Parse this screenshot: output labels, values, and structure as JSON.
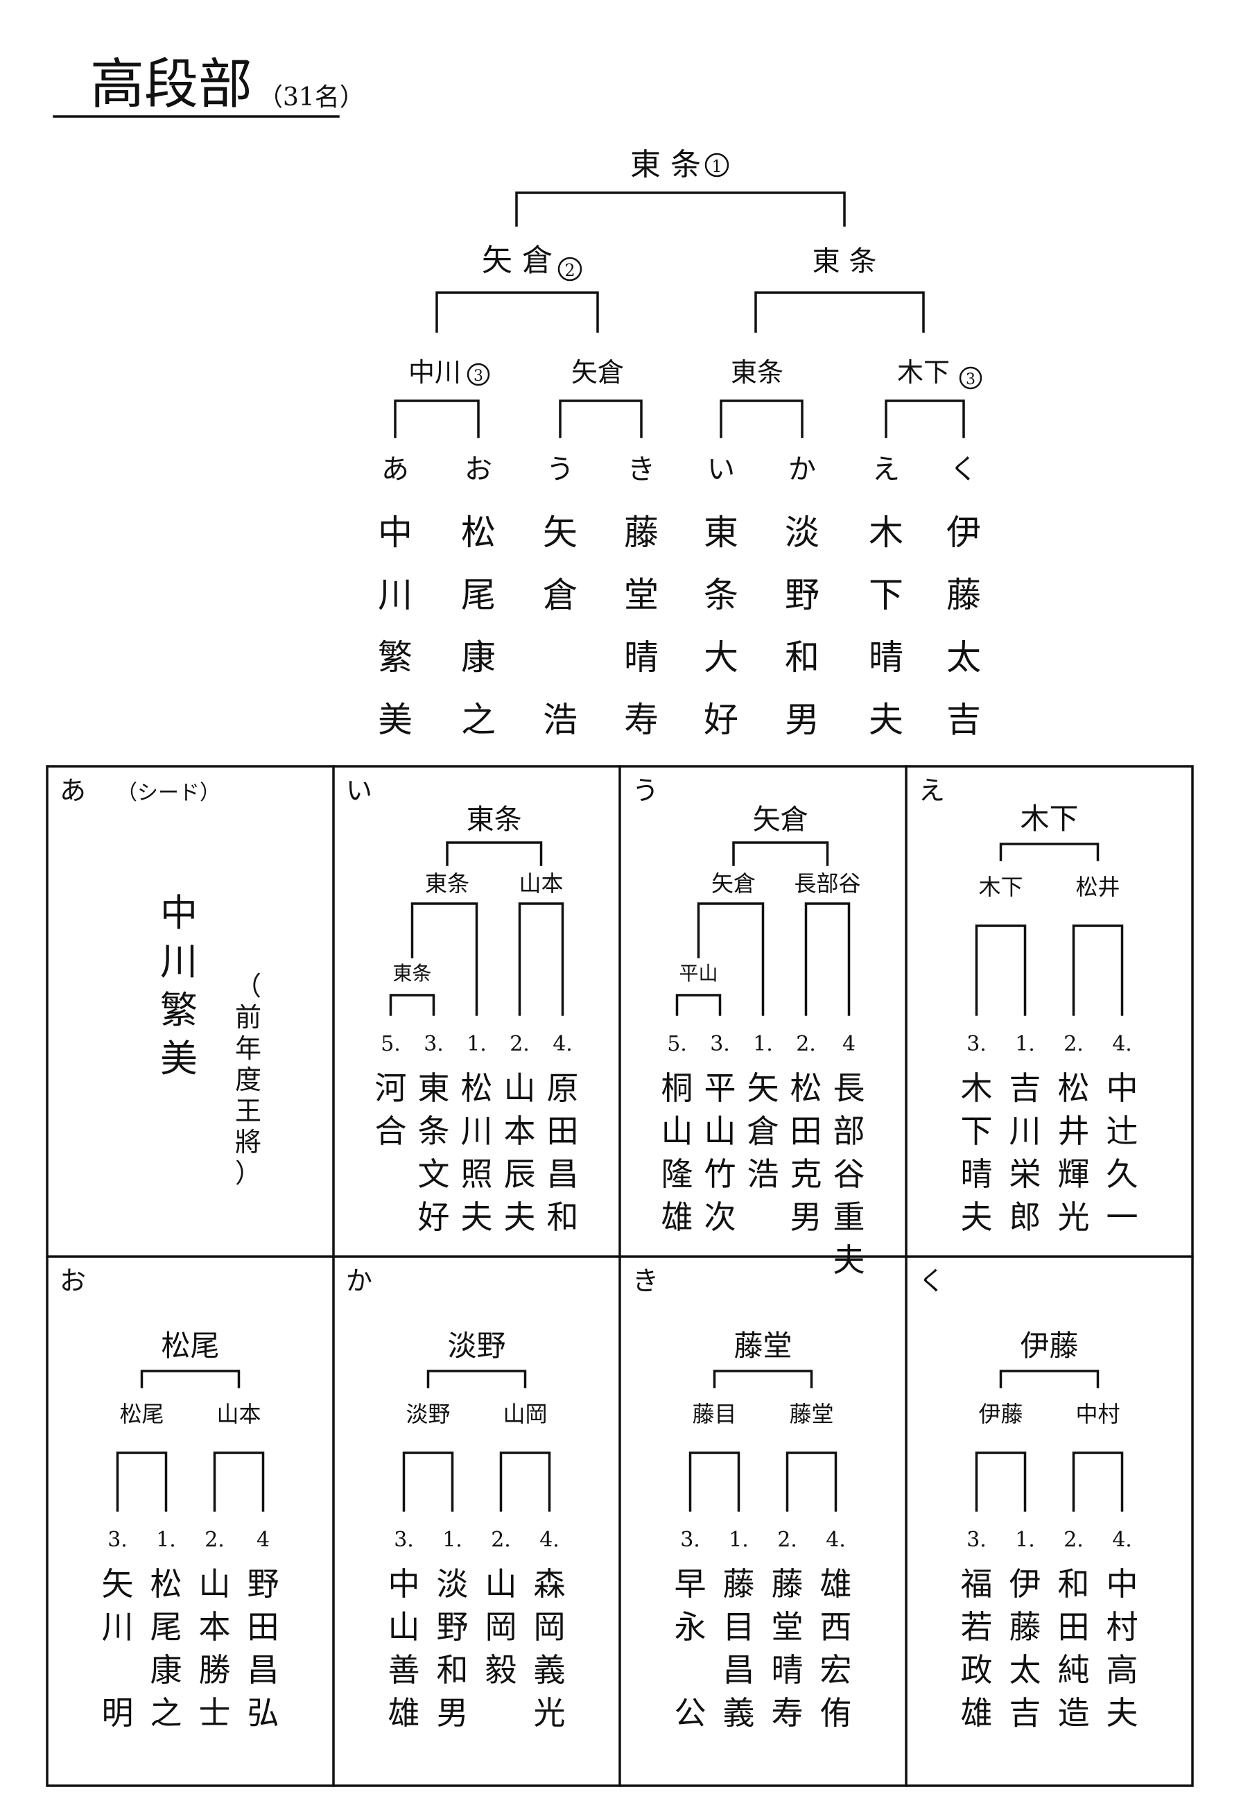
{
  "title": "高段部",
  "count": "（31名）",
  "main": {
    "final": {
      "name": "東 条",
      "circle": "1"
    },
    "semis": [
      {
        "name": "矢 倉",
        "circle": "2"
      },
      {
        "name": "東 条",
        "circle": ""
      }
    ],
    "quarters": [
      {
        "name": "中川",
        "circle": "3"
      },
      {
        "name": "矢倉",
        "circle": ""
      },
      {
        "name": "東条",
        "circle": ""
      },
      {
        "name": "木下",
        "circle": "3"
      }
    ],
    "players": [
      {
        "key": "あ",
        "name": [
          "中",
          "川",
          "繁",
          "美"
        ]
      },
      {
        "key": "お",
        "name": [
          "松",
          "尾",
          "康",
          "之"
        ]
      },
      {
        "key": "う",
        "name": [
          "矢",
          "倉",
          "",
          "浩"
        ]
      },
      {
        "key": "き",
        "name": [
          "藤",
          "堂",
          "晴",
          "寿"
        ]
      },
      {
        "key": "い",
        "name": [
          "東",
          "条",
          "大",
          "好"
        ]
      },
      {
        "key": "か",
        "name": [
          "淡",
          "野",
          "和",
          "男"
        ]
      },
      {
        "key": "え",
        "name": [
          "木",
          "下",
          "晴",
          "夫"
        ]
      },
      {
        "key": "く",
        "name": [
          "伊",
          "藤",
          "太",
          "吉"
        ]
      }
    ]
  },
  "blocks": [
    {
      "key": "あ",
      "seed": "（シード）",
      "seed_name": "中川繁美",
      "note": "（前年度王將）"
    },
    {
      "key": "い",
      "top": "東条",
      "l": "東条",
      "r": "山本",
      "sub": "東条",
      "nums": [
        "5.",
        "3.",
        "1.",
        "2.",
        "4."
      ],
      "names": [
        "河合",
        "東条文好",
        "松川照夫",
        "山本辰夫",
        "原田昌和"
      ]
    },
    {
      "key": "う",
      "top": "矢倉",
      "l": "矢倉",
      "r": "長部谷",
      "sub": "平山",
      "nums": [
        "5.",
        "3.",
        "1.",
        "2.",
        "4"
      ],
      "names": [
        "桐山隆雄",
        "平山竹次",
        "矢倉浩",
        "松田克男",
        "長部谷重夫"
      ]
    },
    {
      "key": "え",
      "top": "木下",
      "l": "木下",
      "r": "松井",
      "nums": [
        "3.",
        "1.",
        "2.",
        "4."
      ],
      "names": [
        "木下晴夫",
        "吉川栄郎",
        "松井輝光",
        "中辻久一"
      ]
    },
    {
      "key": "お",
      "top": "松尾",
      "l": "松尾",
      "r": "山本",
      "nums": [
        "3.",
        "1.",
        "2.",
        "4"
      ],
      "names": [
        "矢川　明",
        "松尾康之",
        "山本勝士",
        "野田昌弘"
      ]
    },
    {
      "key": "か",
      "top": "淡野",
      "l": "淡野",
      "r": "山岡",
      "nums": [
        "3.",
        "1.",
        "2.",
        "4."
      ],
      "names": [
        "中山善雄",
        "淡野和男",
        "山岡毅",
        "森岡義光"
      ]
    },
    {
      "key": "き",
      "top": "藤堂",
      "l": "藤目",
      "r": "藤堂",
      "nums": [
        "3.",
        "1.",
        "2.",
        "4."
      ],
      "names": [
        "早永　公",
        "藤目昌義",
        "藤堂晴寿",
        "雄西宏侑"
      ]
    },
    {
      "key": "く",
      "top": "伊藤",
      "l": "伊藤",
      "r": "中村",
      "nums": [
        "3.",
        "1.",
        "2.",
        "4."
      ],
      "names": [
        "福若政雄",
        "伊藤太吉",
        "和田純造",
        "中村高夫"
      ]
    }
  ]
}
